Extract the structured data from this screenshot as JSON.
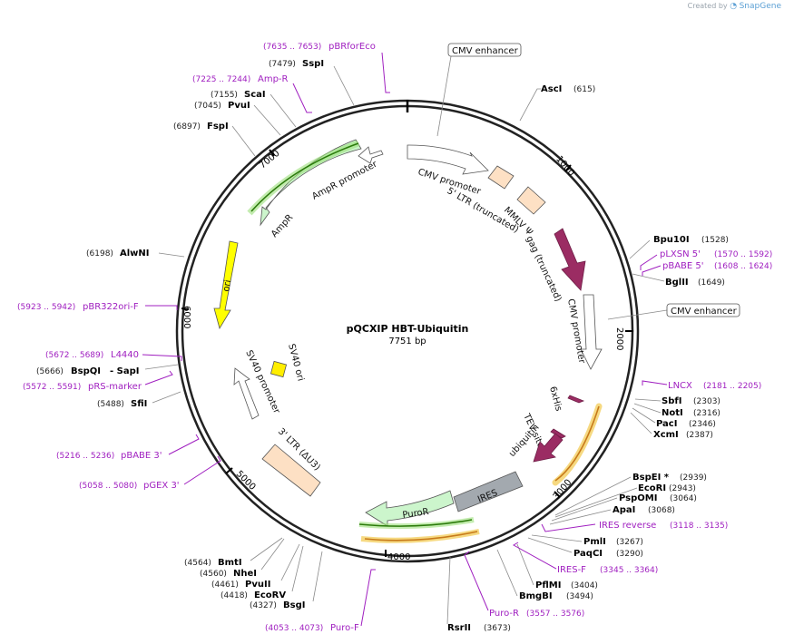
{
  "app": {
    "created_by": "Created by",
    "brand": "SnapGene"
  },
  "plasmid": {
    "name": "pQCXIP HBT-Ubiquitin",
    "length_label": "7751 bp"
  },
  "ticks": [
    "1000",
    "2000",
    "3000",
    "4000",
    "5000",
    "6000",
    "7000"
  ],
  "features": [
    {
      "name": "CMV enhancer",
      "shape": "box",
      "color": "#ffffff",
      "boxed": true
    },
    {
      "name": "CMV promoter",
      "shape": "arrow",
      "color": "#ffffff"
    },
    {
      "name": "5' LTR (truncated)",
      "shape": "box",
      "color": "#fde0c4"
    },
    {
      "name": "MMLV Ψ",
      "shape": "box",
      "color": "#fde0c4"
    },
    {
      "name": "gag (truncated)",
      "shape": "arrow",
      "color": "#9b2c63"
    },
    {
      "name": "CMV enhancer",
      "shape": "box",
      "color": "#ffffff",
      "boxed": true
    },
    {
      "name": "CMV promoter",
      "shape": "arrow",
      "color": "#ffffff"
    },
    {
      "name": "6xHis",
      "shape": "arrow",
      "color": "#9b2c63"
    },
    {
      "name": "TEV site",
      "shape": "arrow",
      "color": "#9b2c63"
    },
    {
      "name": "ubiquitin",
      "shape": "arrow",
      "color": "#9b2c63"
    },
    {
      "name": "IRES",
      "shape": "box",
      "color": "#a3a9af"
    },
    {
      "name": "PuroR",
      "shape": "arrow",
      "color": "#ccf5cc"
    },
    {
      "name": "3' LTR (ΔU3)",
      "shape": "box",
      "color": "#fde0c4"
    },
    {
      "name": "SV40 promoter",
      "shape": "arrow",
      "color": "#ffffff"
    },
    {
      "name": "SV40 ori",
      "shape": "box",
      "color": "#ffee00"
    },
    {
      "name": "ori",
      "shape": "arrow",
      "color": "#ffff00"
    },
    {
      "name": "AmpR",
      "shape": "arrow",
      "color": "#ccf5cc"
    },
    {
      "name": "AmpR promoter",
      "shape": "arrow",
      "color": "#ffffff"
    }
  ],
  "enzymes": [
    {
      "name": "AscI",
      "pos": "(615)"
    },
    {
      "name": "Bpu10I",
      "pos": "(1528)"
    },
    {
      "name": "BglII",
      "pos": "(1649)"
    },
    {
      "name": "SbfI",
      "pos": "(2303)"
    },
    {
      "name": "NotI",
      "pos": "(2316)"
    },
    {
      "name": "PacI",
      "pos": "(2346)"
    },
    {
      "name": "XcmI",
      "pos": "(2387)"
    },
    {
      "name": "BspEI *",
      "pos": "(2939)"
    },
    {
      "name": "EcoRI",
      "pos": "(2943)"
    },
    {
      "name": "PspOMI",
      "pos": "(3064)"
    },
    {
      "name": "ApaI",
      "pos": "(3068)"
    },
    {
      "name": "PmlI",
      "pos": "(3267)"
    },
    {
      "name": "PaqCI",
      "pos": "(3290)"
    },
    {
      "name": "PflMI",
      "pos": "(3404)"
    },
    {
      "name": "BmgBI",
      "pos": "(3494)"
    },
    {
      "name": "RsrII",
      "pos": "(3673)"
    },
    {
      "name": "BsgI",
      "pos": "(4327)"
    },
    {
      "name": "EcoRV",
      "pos": "(4418)"
    },
    {
      "name": "PvuII",
      "pos": "(4461)"
    },
    {
      "name": "NheI",
      "pos": "(4560)"
    },
    {
      "name": "BmtI",
      "pos": "(4564)"
    },
    {
      "name": "SfiI",
      "pos": "(5488)"
    },
    {
      "name": "BspQI",
      "pos": "(5666)",
      "extra": "- SapI"
    },
    {
      "name": "AlwNI",
      "pos": "(6198)"
    },
    {
      "name": "FspI",
      "pos": "(6897)"
    },
    {
      "name": "PvuI",
      "pos": "(7045)"
    },
    {
      "name": "ScaI",
      "pos": "(7155)"
    },
    {
      "name": "SspI",
      "pos": "(7479)"
    }
  ],
  "primers": [
    {
      "name": "pBRforEco",
      "range": "(7635 .. 7653)"
    },
    {
      "name": "Amp-R",
      "range": "(7225 .. 7244)"
    },
    {
      "name": "pLXSN 5'",
      "range": "(1570 .. 1592)"
    },
    {
      "name": "pBABE 5'",
      "range": "(1608 .. 1624)"
    },
    {
      "name": "LNCX",
      "range": "(2181 .. 2205)"
    },
    {
      "name": "IRES reverse",
      "range": "(3118 .. 3135)"
    },
    {
      "name": "IRES-F",
      "range": "(3345 .. 3364)"
    },
    {
      "name": "Puro-R",
      "range": "(3557 .. 3576)"
    },
    {
      "name": "Puro-F",
      "range": "(4053 .. 4073)"
    },
    {
      "name": "pGEX 3'",
      "range": "(5058 .. 5080)"
    },
    {
      "name": "pBABE 3'",
      "range": "(5216 .. 5236)"
    },
    {
      "name": "pRS-marker",
      "range": "(5572 .. 5591)"
    },
    {
      "name": "L4440",
      "range": "(5672 .. 5689)"
    },
    {
      "name": "pBR322ori-F",
      "range": "(5923 .. 5942)"
    }
  ]
}
